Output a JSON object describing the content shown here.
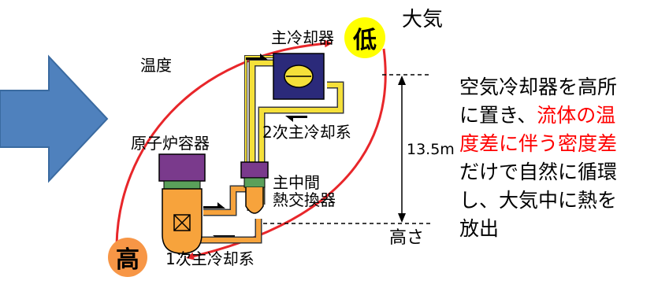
{
  "diagram": {
    "label_atmosphere": "大気",
    "label_low": "低",
    "label_high": "高",
    "label_temperature": "温度",
    "label_main_cooler": "主冷却器",
    "label_secondary_loop": "2次主冷却系",
    "label_reactor_vessel": "原子炉容器",
    "label_ihx_line1": "主中間",
    "label_ihx_line2": "熱交換器",
    "label_primary_loop": "1次主冷却系",
    "label_height_value": "13.5m",
    "label_height": "高さ"
  },
  "description": {
    "line1": "空気冷却器を高所",
    "line2_a": "に置き、",
    "line2_b": "流体の温",
    "line3": "度差に伴う密度差",
    "line4": "だけで自然に循環",
    "line5": "し、大気中に熱を",
    "line6": "放出"
  },
  "colors": {
    "arrow_blue": "#4f81bd",
    "curve_red": "#e8262a",
    "low_circle": "#ffff00",
    "high_circle": "#f79646",
    "primary_pipe": "#f7a33c",
    "secondary_pipe": "#f5e03a",
    "vessel_purple": "#7a3a8c",
    "cooler_navy": "#2b2a7a"
  }
}
